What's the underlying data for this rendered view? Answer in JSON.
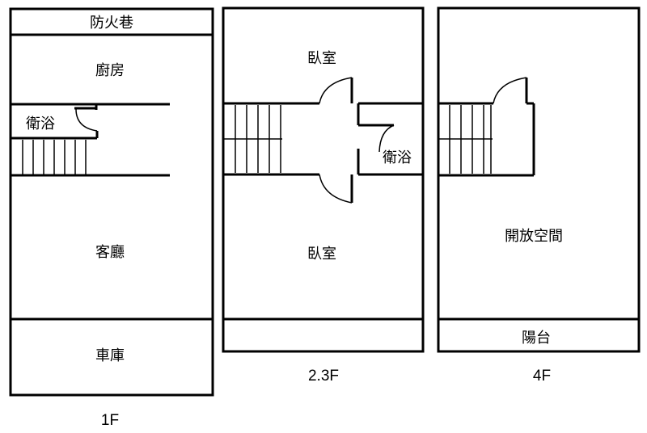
{
  "floors": [
    {
      "id": "1f",
      "floor_label": "1F",
      "rooms": {
        "fire_lane": "防火巷",
        "kitchen": "廚房",
        "bathroom": "衛浴",
        "living_room": "客廳",
        "garage": "車庫"
      }
    },
    {
      "id": "2-3f",
      "floor_label": "2.3F",
      "rooms": {
        "bedroom_front": "臥室",
        "bathroom": "衛浴",
        "bedroom_rear": "臥室"
      }
    },
    {
      "id": "4f",
      "floor_label": "4F",
      "rooms": {
        "open_space": "開放空間",
        "balcony": "陽台"
      }
    }
  ]
}
